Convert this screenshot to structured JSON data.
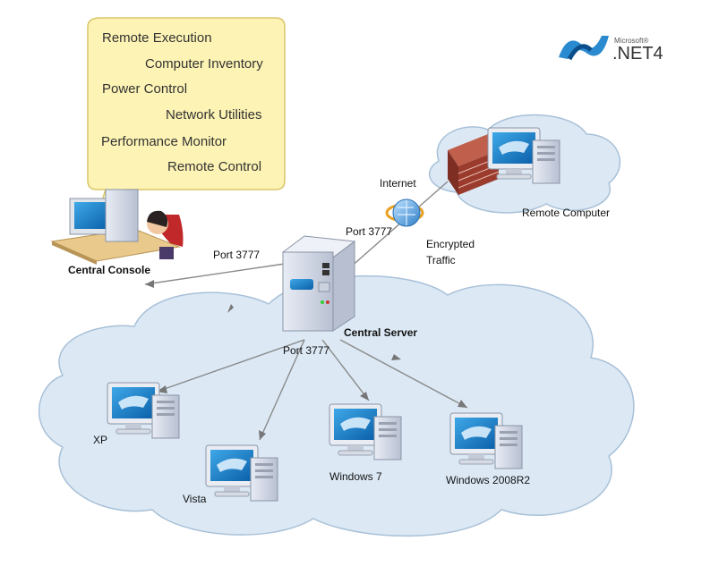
{
  "features": {
    "items": [
      "Remote Execution",
      "Computer Inventory",
      "Power Control",
      "Network Utilities",
      "Performance Monitor",
      "Remote Control"
    ]
  },
  "logo": {
    "small": "Microsoft®",
    "big": ".NET4"
  },
  "labels": {
    "internet": "Internet",
    "encrypted_line1": "Encrypted",
    "encrypted_line2": "Traffic",
    "remote_computer": "Remote Computer",
    "central_console": "Central Console",
    "central_server": "Central Server",
    "port_console": "Port 3777",
    "port_internet": "Port 3777",
    "port_lan": "Port 3777",
    "xp": "XP",
    "vista": "Vista",
    "win7": "Windows 7",
    "win2008": "Windows 2008R2"
  },
  "colors": {
    "cloud": "#dce9f5",
    "cloud_stroke": "#a8c0d8",
    "bubble": "#fdf3b4",
    "bubble_stroke": "#d9c66a",
    "line": "#8a8a8a",
    "firewall": "#9a3b2e"
  }
}
